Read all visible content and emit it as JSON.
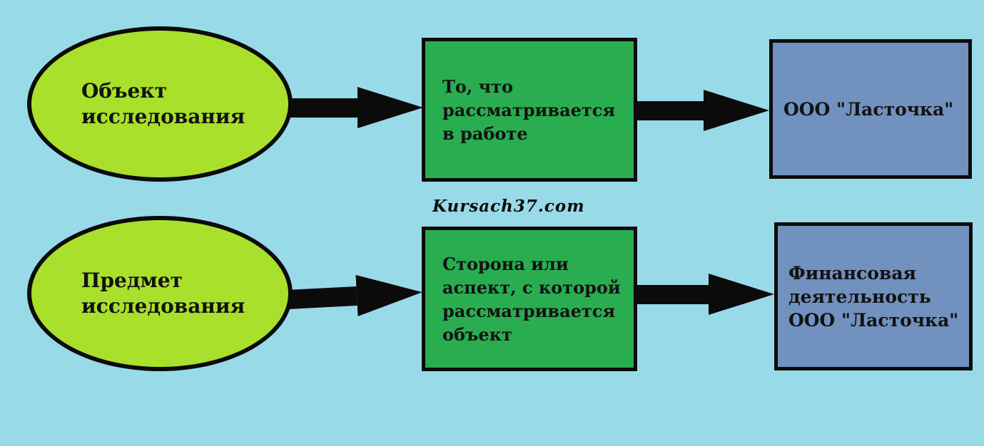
{
  "diagram": {
    "watermark": "Kursach37.com",
    "colors": {
      "bg": "#99dae8",
      "ellipse": "#a9e02c",
      "process": "#29ad50",
      "result": "#7191be",
      "ink": "#0b0b0b"
    },
    "rows": [
      {
        "ellipse": "Объект\nисследования",
        "process": "То, что\nрассматривается\nв работе",
        "result": "ООО \"Ласточка\""
      },
      {
        "ellipse": "Предмет\nисследования",
        "process": "Сторона или\nаспект, с которой\nрассматривается\nобъект",
        "result": "Финансовая\nдеятельность\nООО \"Ласточка\""
      }
    ]
  }
}
